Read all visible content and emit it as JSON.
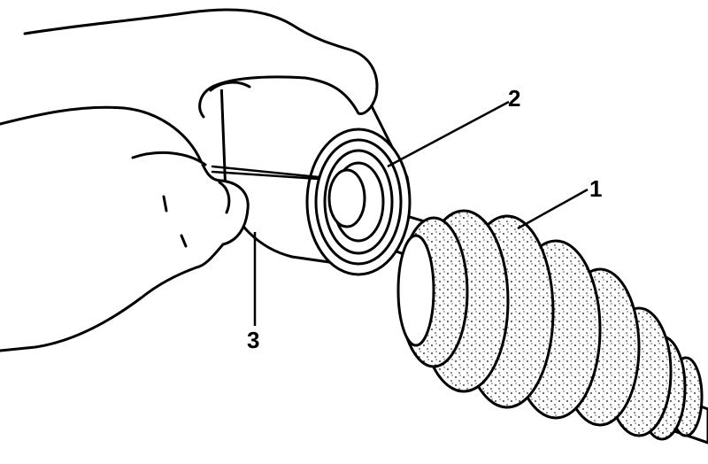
{
  "figure": {
    "callouts": [
      {
        "id": "1",
        "label": "1"
      },
      {
        "id": "2",
        "label": "2"
      },
      {
        "id": "3",
        "label": "3"
      }
    ]
  },
  "colors": {
    "ink": "#000000",
    "paper": "#ffffff"
  }
}
